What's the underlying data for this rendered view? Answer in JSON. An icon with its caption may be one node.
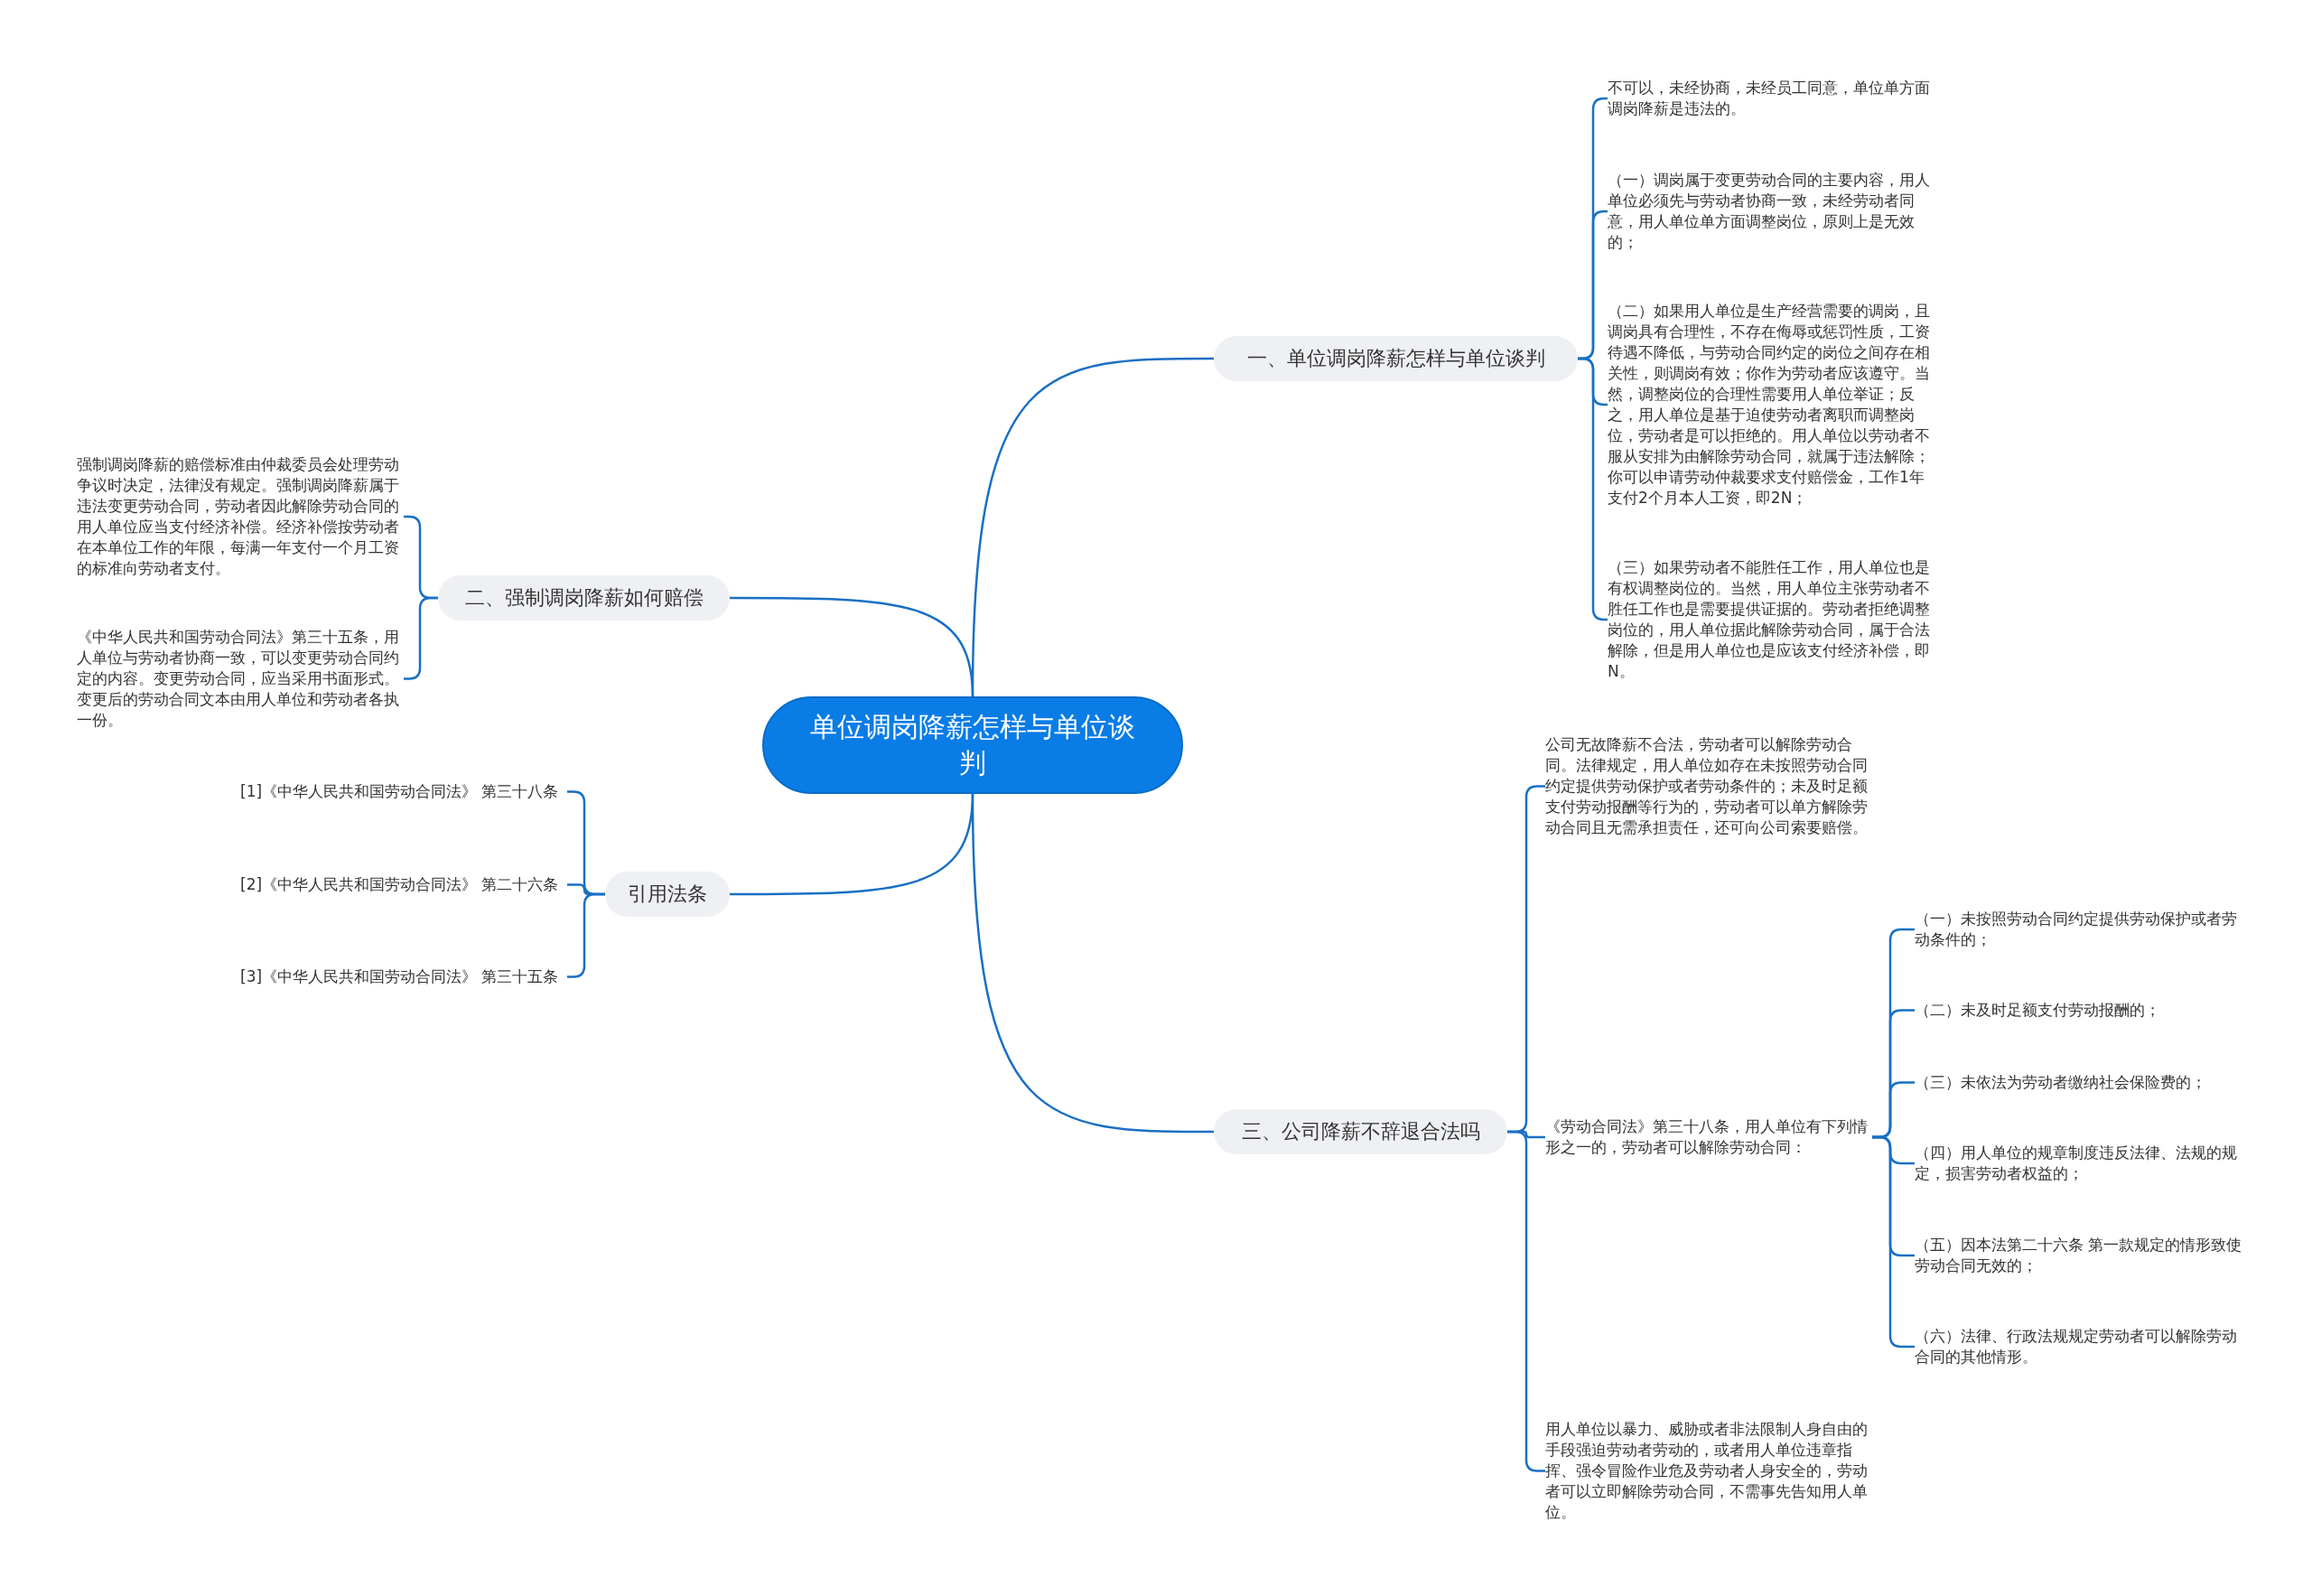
{
  "diagram": {
    "nodes": [
      {
        "text": [
          "单位调岗降薪怎样与单位谈判"
        ]
      },
      {
        "text": [
          "一、单位调岗降薪怎样与单位谈判"
        ]
      },
      {
        "text": [
          "不可以，未经协商，未经员工同意，单位单方面调岗降薪是违法的。"
        ]
      },
      {
        "text": [
          "（一）调岗属于变更劳动合同的主要内容，用人单位必须先与劳动者协商一致，未经劳动者同意，用人单位单方面调整岗位，原则上是无效的；"
        ]
      },
      {
        "text": [
          "（二）如果用人单位是生产经营需要的调岗，且调岗具有合理性，不存在侮辱或惩罚性质，工资待遇不降低，与劳动合同约定的岗位之间存在相关性，则调岗有效；你作为劳动者应该遵守。当然，调整岗位的合理性需要用人单位举证；反之，用人单位是基于迫使劳动者离职而调整岗位，劳动者是可以拒绝的。用人单位以劳动者不服从安排为由解除劳动合同，就属于违法解除；你可以申请劳动仲裁要求支付赔偿金，工作1年支付2个月本人工资，即2N；"
        ]
      },
      {
        "text": [
          "（三）如果劳动者不能胜任工作，用人单位也是有权调整岗位的。当然，用人单位主张劳动者不胜任工作也是需要提供证据的。劳动者拒绝调整岗位的，用人单位据此解除劳动合同，属于合法解除，但是用人单位也是应该支付经济补偿，即N。"
        ]
      },
      {
        "text": [
          "二、强制调岗降薪如何赔偿"
        ]
      },
      {
        "text": [
          "强制调岗降薪的赔偿标准由仲裁委员会处理劳动争议时决定，法律没有规定。强制调岗降薪属于违法变更劳动合同，劳动者因此解除劳动合同的用人单位应当支付经济补偿。经济补偿按劳动者在本单位工作的年限，每满一年支付一个月工资的标准向劳动者支付。"
        ]
      },
      {
        "text": [
          "《中华人民共和国劳动合同法》第三十五条，用人单位与劳动者协商一致，可以变更劳动合同约定的内容。变更劳动合同，应当采用书面形式。变更后的劳动合同文本由用人单位和劳动者各执一份。"
        ]
      },
      {
        "text": [
          "引用法条"
        ]
      },
      {
        "text": [
          "[1]《中华人民共和国劳动合同法》 第三十八条"
        ]
      },
      {
        "text": [
          "[2]《中华人民共和国劳动合同法》 第二十六条"
        ]
      },
      {
        "text": [
          "[3]《中华人民共和国劳动合同法》 第三十五条"
        ]
      },
      {
        "text": [
          "三、公司降薪不辞退合法吗"
        ]
      },
      {
        "text": [
          "公司无故降薪不合法，劳动者可以解除劳动合同。法律规定，用人单位如存在未按照劳动合同约定提供劳动保护或者劳动条件的；未及时足额支付劳动报酬等行为的，劳动者可以单方解除劳动合同且无需承担责任，还可向公司索要赔偿。"
        ]
      },
      {
        "text": [
          "《劳动合同法》第三十八条，用人单位有下列情形之一的，劳动者可以解除劳动合同："
        ]
      },
      {
        "text": [
          "（一）未按照劳动合同约定提供劳动保护或者劳动条件的；"
        ]
      },
      {
        "text": [
          "（二）未及时足额支付劳动报酬的；"
        ]
      },
      {
        "text": [
          "（三）未依法为劳动者缴纳社会保险费的；"
        ]
      },
      {
        "text": [
          "（四）用人单位的规章制度违反法律、法规的规定，损害劳动者权益的；"
        ]
      },
      {
        "text": [
          "（五）因本法第二十六条 第一款规定的情形致使劳动合同无效的；"
        ]
      },
      {
        "text": [
          "（六）法律、行政法规规定劳动者可以解除劳动合同的其他情形。"
        ]
      },
      {
        "text": [
          "用人单位以暴力、威胁或者非法限制人身自由的手段强迫劳动者劳动的，或者用人单位违章指挥、强令冒险作业危及劳动者人身安全的，劳动者可以立即解除劳动合同，不需事先告知用人单位。"
        ]
      }
    ],
    "edges": [
      {
        "from": 0,
        "to": 1,
        "arrow": "none"
      },
      {
        "from": 1,
        "to": 2,
        "arrow": "none"
      },
      {
        "from": 1,
        "to": 3,
        "arrow": "none"
      },
      {
        "from": 1,
        "to": 4,
        "arrow": "none"
      },
      {
        "from": 1,
        "to": 5,
        "arrow": "none"
      },
      {
        "from": 0,
        "to": 6,
        "arrow": "none"
      },
      {
        "from": 6,
        "to": 7,
        "arrow": "none"
      },
      {
        "from": 6,
        "to": 8,
        "arrow": "none"
      },
      {
        "from": 0,
        "to": 9,
        "arrow": "none"
      },
      {
        "from": 9,
        "to": 10,
        "arrow": "none"
      },
      {
        "from": 9,
        "to": 11,
        "arrow": "none"
      },
      {
        "from": 9,
        "to": 12,
        "arrow": "none"
      },
      {
        "from": 0,
        "to": 13,
        "arrow": "none"
      },
      {
        "from": 13,
        "to": 14,
        "arrow": "none"
      },
      {
        "from": 13,
        "to": 15,
        "arrow": "none"
      },
      {
        "from": 15,
        "to": 16,
        "arrow": "none"
      },
      {
        "from": 15,
        "to": 17,
        "arrow": "none"
      },
      {
        "from": 15,
        "to": 18,
        "arrow": "none"
      },
      {
        "from": 15,
        "to": 19,
        "arrow": "none"
      },
      {
        "from": 15,
        "to": 20,
        "arrow": "none"
      },
      {
        "from": 15,
        "to": 21,
        "arrow": "none"
      },
      {
        "from": 13,
        "to": 22,
        "arrow": "none"
      }
    ]
  }
}
